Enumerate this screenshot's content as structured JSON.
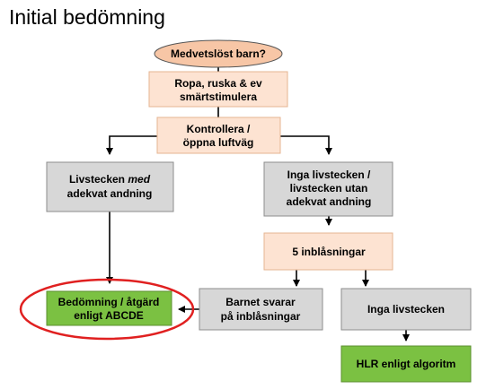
{
  "title": "Initial bedömning",
  "colors": {
    "oval_fill": "#F7C6A6",
    "peach_fill": "#FDE3D2",
    "peach_stroke": "#E5B592",
    "gray_fill": "#D7D7D7",
    "gray_stroke": "#8C8C8C",
    "green_fill": "#7BC142",
    "green_stroke": "#5B8F2F",
    "highlight": "#E02020",
    "arrow": "#000000"
  },
  "nodes": {
    "start": {
      "lines": [
        "Medvetslöst barn?"
      ]
    },
    "stimulate": {
      "lines": [
        "Ropa, ruska & ev",
        "smärtstimulera"
      ]
    },
    "airway": {
      "lines": [
        "Kontrollera /",
        "öppna luftväg"
      ]
    },
    "signs_with": {
      "lines": [
        {
          "text": "Livstecken ",
          "italic": false
        },
        {
          "text": "med",
          "italic": true
        }
      ],
      "line2": "adekvat andning"
    },
    "no_signs": {
      "lines": [
        "Inga livstecken /",
        "livstecken utan",
        "adekvat andning"
      ]
    },
    "breaths": {
      "lines": [
        "5 inblåsningar"
      ]
    },
    "assess": {
      "lines": [
        "Bedömning / åtgärd",
        "enligt ABCDE"
      ]
    },
    "responds": {
      "lines": [
        "Barnet svarar",
        "på inblåsningar"
      ]
    },
    "no_life": {
      "lines": [
        "Inga livstecken"
      ]
    },
    "cpr": {
      "lines": [
        "HLR enligt algoritm"
      ]
    }
  }
}
